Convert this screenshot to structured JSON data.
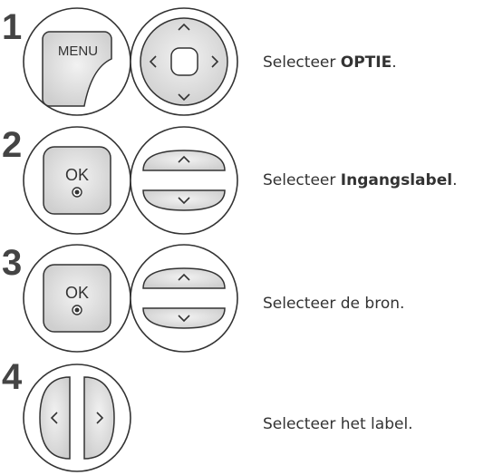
{
  "steps": [
    {
      "number": "1",
      "buttons": [
        "MENU",
        "navigation-pad"
      ],
      "text_before": "Selecteer ",
      "text_bold": "OPTIE",
      "text_after": "."
    },
    {
      "number": "2",
      "buttons": [
        "OK",
        "up-down"
      ],
      "text_before": "Selecteer ",
      "text_bold": "Ingangslabel",
      "text_after": "."
    },
    {
      "number": "3",
      "buttons": [
        "OK",
        "up-down"
      ],
      "text_before": "Selecteer de bron.",
      "text_bold": "",
      "text_after": ""
    },
    {
      "number": "4",
      "buttons": [
        "left-right"
      ],
      "text_before": "Selecteer het label.",
      "text_bold": "",
      "text_after": ""
    }
  ],
  "labels": {
    "menu": "MENU",
    "ok": "OK"
  },
  "colors": {
    "outline": "#333333",
    "fill": "#d6d6d6",
    "fill_light": "#eeeeee"
  }
}
